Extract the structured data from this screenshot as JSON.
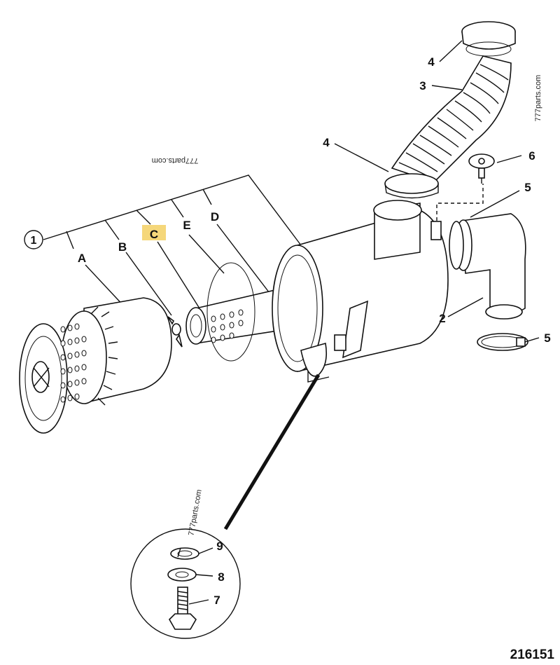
{
  "diagram": {
    "drawing_number": "216151",
    "watermarks": [
      "777parts.com",
      "777parts.com",
      "777parts.com"
    ],
    "callouts": {
      "item1": "1",
      "item2": "2",
      "item3": "3",
      "item4_top": "4",
      "item4_mid": "4",
      "item5_right": "5",
      "item5_ring": "5",
      "item6": "6",
      "item7": "7",
      "item8": "8",
      "item9": "9",
      "A": "A",
      "B": "B",
      "C": "C",
      "D": "D",
      "E": "E"
    },
    "highlight_color": "#f5d77a"
  }
}
